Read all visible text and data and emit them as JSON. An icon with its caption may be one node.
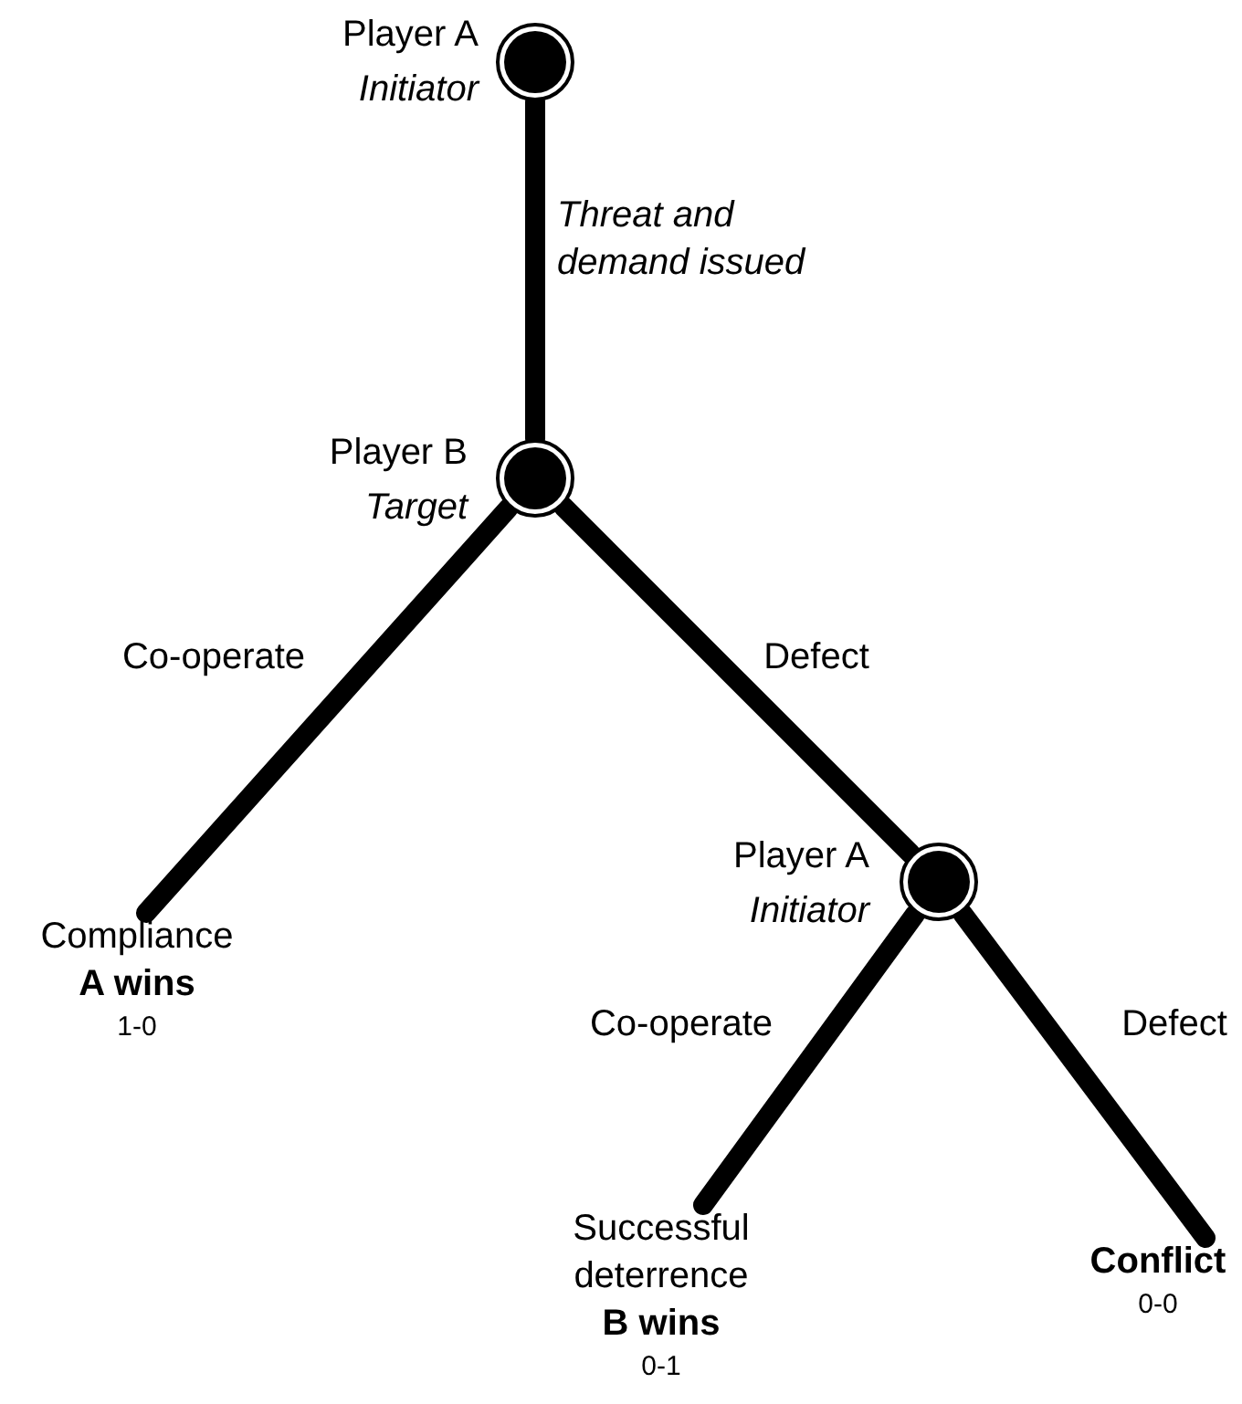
{
  "diagram": {
    "nodes": [
      {
        "text": [],
        "shape": "circle",
        "beside": [
          "Player A",
          "Initiator"
        ]
      },
      {
        "text": [],
        "shape": "circle",
        "beside": [
          "Player B",
          "Target"
        ]
      },
      {
        "text": [
          "Compliance",
          "A wins",
          "1-0"
        ]
      },
      {
        "text": [],
        "shape": "circle",
        "beside": [
          "Player A",
          "Initiator"
        ]
      },
      {
        "text": [
          "Successful deterrence",
          "B wins",
          "0-1"
        ]
      },
      {
        "text": [
          "Conflict",
          "0-0"
        ]
      }
    ],
    "edges": [
      {
        "from": 0,
        "to": 1,
        "arrow": "none",
        "label": "Threat and demand issued"
      },
      {
        "from": 1,
        "to": 2,
        "arrow": "none",
        "label": "Co-operate"
      },
      {
        "from": 1,
        "to": 3,
        "arrow": "none",
        "label": "Defect"
      },
      {
        "from": 3,
        "to": 4,
        "arrow": "none",
        "label": "Co-operate"
      },
      {
        "from": 3,
        "to": 5,
        "arrow": "none",
        "label": "Defect"
      }
    ]
  }
}
